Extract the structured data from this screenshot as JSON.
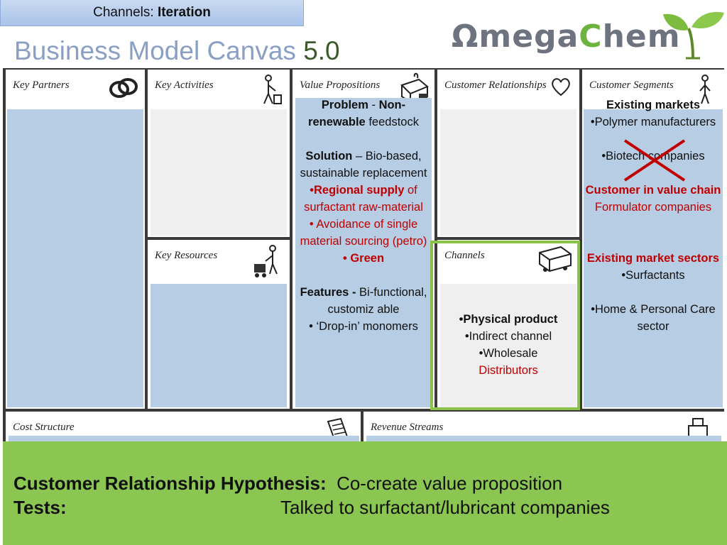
{
  "tab": {
    "prefix": "Channels: ",
    "bold": "Iteration"
  },
  "title": {
    "main": "Business Model Canvas ",
    "version": "5.0"
  },
  "logo": {
    "part1": "Ωmega",
    "part2": "C",
    "part3": "hem"
  },
  "canvas": {
    "key_partners": "Key Partners",
    "key_activities": "Key Activities",
    "key_resources": "Key Resources",
    "value_propositions": "Value Propositions",
    "customer_relationships": "Customer Relationships",
    "channels": "Channels",
    "customer_segments": "Customer Segments",
    "cost_structure": "Cost Structure",
    "revenue_streams": "Revenue Streams"
  },
  "value_prop": {
    "problem_label": "Problem",
    "problem_dash": " - ",
    "problem_bold": "Non-renewable",
    "problem_rest": " feedstock",
    "solution_label": "Solution",
    "solution_rest": " – Bio-based, sustainable replacement",
    "bullet1_bold": "•Regional supply",
    "bullet1_rest": " of surfactant raw-material",
    "bullet2": "• Avoidance of single material sourcing (petro)",
    "bullet3": "• Green",
    "features_label": "Features -",
    "features_rest": " Bi-functional,  customiz able",
    "bullet4": "• ‘Drop-in’ monomers"
  },
  "channels": {
    "b1": "•Physical product",
    "b2": "•Indirect channel",
    "b3": "•Wholesale",
    "b4": "Distributors"
  },
  "segments": {
    "existing_markets": "Existing markets",
    "polymer": "•Polymer manufacturers",
    "biotech": "•Biotech companies",
    "value_chain": "Customer in value chain",
    "formulator": "Formulator companies",
    "market_sectors": "Existing market sectors",
    "surfactants": "•Surfactants",
    "home": "•Home & Personal Care sector"
  },
  "banner": {
    "hyp_label": "Customer Relationship Hypothesis:",
    "hyp_value": "  Co-create value proposition",
    "tests_label": "Tests:",
    "tests_value": "Talked to surfactant/lubricant companies"
  },
  "colors": {
    "highlight_green": "#8bc34a",
    "banner_green": "#8bc653",
    "cell_blue": "#b7cde4",
    "accent_red": "#c00000"
  }
}
